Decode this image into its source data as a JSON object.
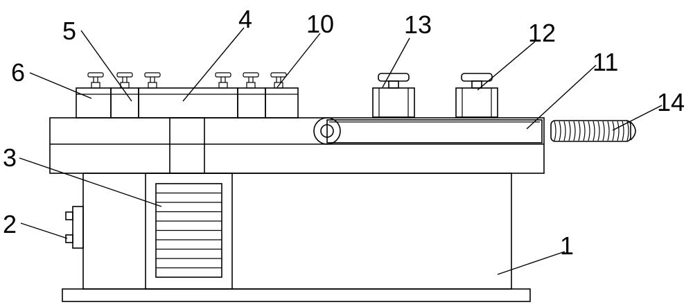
{
  "labels": {
    "l1": "1",
    "l2": "2",
    "l3": "3",
    "l4": "4",
    "l5": "5",
    "l6": "6",
    "l10": "10",
    "l11": "11",
    "l12": "12",
    "l13": "13",
    "l14": "14"
  },
  "colors": {
    "stroke": "#000000",
    "background": "#ffffff"
  }
}
